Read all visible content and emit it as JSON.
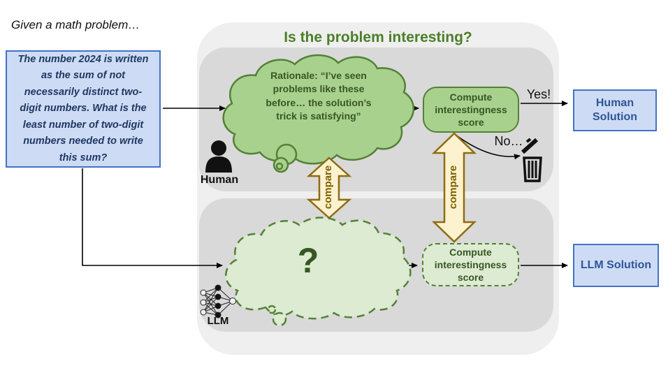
{
  "intro": {
    "label": "Given a math problem…"
  },
  "problem": {
    "text": "The number 2024 is written as the sum of not necessarily distinct two-digit numbers. What is the least number of two-digit numbers needed to write this sum?"
  },
  "container": {
    "title": "Is the problem interesting?"
  },
  "human_row": {
    "actor_label": "Human",
    "rationale": "Rationale: “I’ve seen problems like these before… the solution’s trick is satisfying”",
    "compute_label": "Compute interestingness score",
    "yes_label": "Yes!",
    "no_label": "No…"
  },
  "llm_row": {
    "actor_label": "LLM",
    "rationale": "?",
    "compute_label": "Compute interestingness score"
  },
  "compare": {
    "label": "compare"
  },
  "outputs": {
    "human_solution": "Human Solution",
    "llm_solution": "LLM Solution"
  },
  "colors": {
    "green_fill": "#A9D18E",
    "green_border": "#538135",
    "green_text": "#375623",
    "light_green_fill": "#DCEBD2",
    "cream_fill": "#FCF2CF",
    "gold_border": "#8F6B13",
    "gold_text": "#7F6000",
    "blue_fill": "#CDDCF4",
    "blue_border": "#4472C4",
    "navy_text": "#1F3864",
    "solution_text": "#2F5597",
    "title_green": "#4C7F27",
    "panel_gray": "#D9D9D9",
    "container_gray": "#EFEFEF",
    "connector_black": "#000000"
  }
}
